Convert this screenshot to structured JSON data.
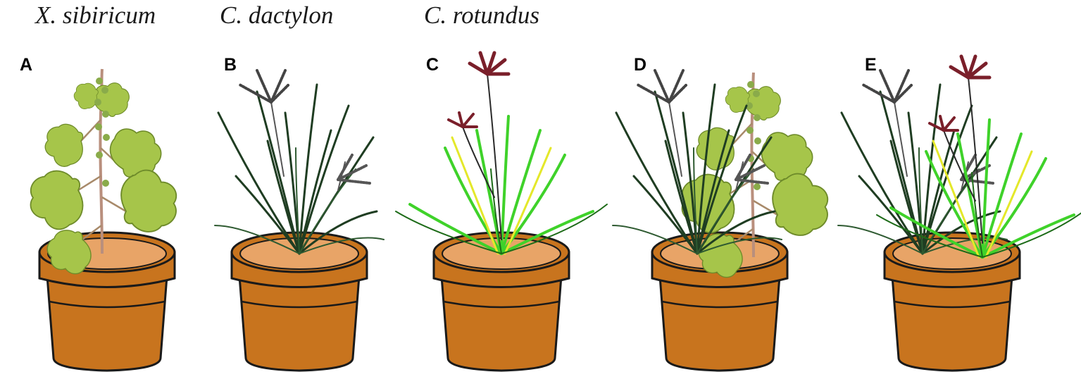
{
  "species_labels": {
    "xanthium": "X. sibiricum",
    "cynodon": "C. dactylon",
    "cyperus": "C. rotundus"
  },
  "panels": [
    {
      "label": "A",
      "plants": [
        "X. sibiricum"
      ]
    },
    {
      "label": "B",
      "plants": [
        "C. dactylon"
      ]
    },
    {
      "label": "C",
      "plants": [
        "C. rotundus"
      ]
    },
    {
      "label": "D",
      "plants": [
        "C. dactylon",
        "X. sibiricum"
      ]
    },
    {
      "label": "E",
      "plants": [
        "C. dactylon",
        "C. rotundus"
      ]
    }
  ],
  "colors": {
    "pot": "#c8741e",
    "pot_outline": "#1a1a1a",
    "soil": "#e8a467",
    "xanthium_leaf": "#a6c54a",
    "cynodon_leaf": "#1f3d22",
    "cyperus_leaf": "#3fd22a",
    "cyperus_flower": "#7a1f2a",
    "cynodon_spike": "#444444"
  }
}
